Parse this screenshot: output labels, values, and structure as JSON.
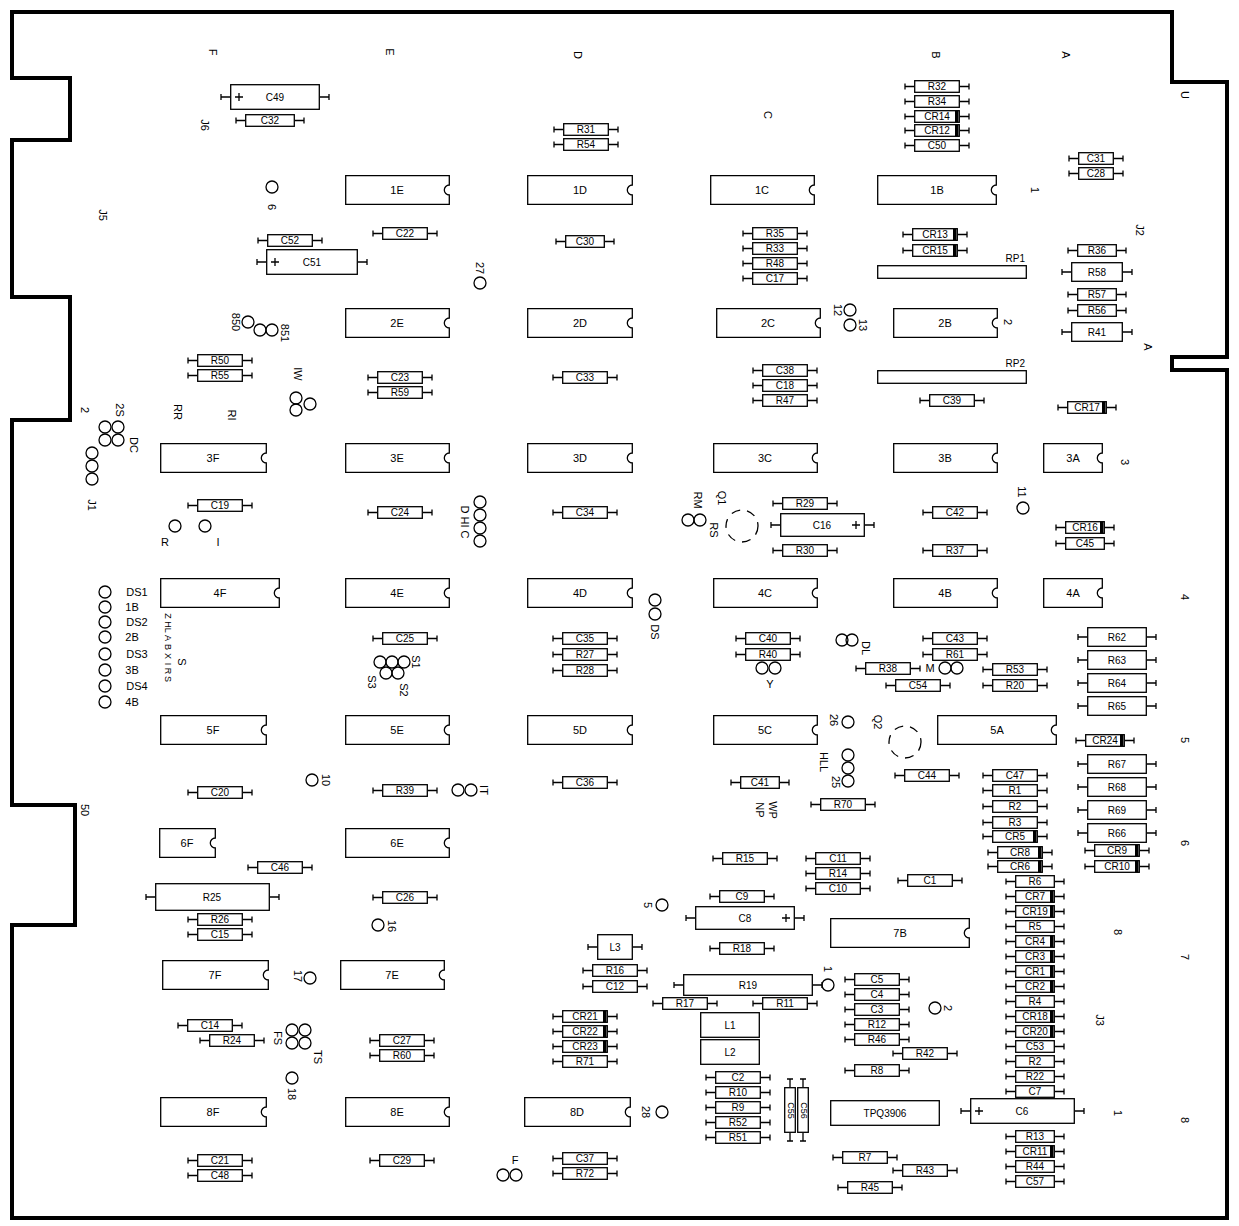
{
  "diagram": {
    "nodes": [
      {
        "text": [
          "C49"
        ]
      },
      {
        "text": [
          "C32"
        ]
      },
      {
        "text": [
          "R31"
        ]
      },
      {
        "text": [
          "R54"
        ]
      },
      {
        "text": [
          "R32"
        ]
      },
      {
        "text": [
          "R34"
        ]
      },
      {
        "text": [
          "CR14"
        ]
      },
      {
        "text": [
          "CR12"
        ]
      },
      {
        "text": [
          "C50"
        ]
      },
      {
        "text": [
          "C31"
        ]
      },
      {
        "text": [
          "C28"
        ]
      },
      {
        "text": [
          "1E"
        ]
      },
      {
        "text": [
          "1D"
        ]
      },
      {
        "text": [
          "1C"
        ]
      },
      {
        "text": [
          "1B"
        ]
      },
      {
        "text": [
          "C52"
        ]
      },
      {
        "text": [
          "C51"
        ]
      },
      {
        "text": [
          "C22"
        ]
      },
      {
        "text": [
          "C30"
        ]
      },
      {
        "text": [
          "R35"
        ]
      },
      {
        "text": [
          "R33"
        ]
      },
      {
        "text": [
          "R48"
        ]
      },
      {
        "text": [
          "C17"
        ]
      },
      {
        "text": [
          "CR13"
        ]
      },
      {
        "text": [
          "CR15"
        ]
      },
      {
        "text": [
          "R36"
        ]
      },
      {
        "text": [
          "R58"
        ]
      },
      {
        "text": [
          "RP1"
        ]
      },
      {
        "text": [
          "R57"
        ]
      },
      {
        "text": [
          "R56"
        ]
      },
      {
        "text": [
          "R41"
        ]
      },
      {
        "text": [
          "2E"
        ]
      },
      {
        "text": [
          "2D"
        ]
      },
      {
        "text": [
          "2C"
        ]
      },
      {
        "text": [
          "2B"
        ]
      },
      {
        "text": [
          "R50"
        ]
      },
      {
        "text": [
          "R55"
        ]
      },
      {
        "text": [
          "C23"
        ]
      },
      {
        "text": [
          "R59"
        ]
      },
      {
        "text": [
          "C33"
        ]
      },
      {
        "text": [
          "C38"
        ]
      },
      {
        "text": [
          "C18"
        ]
      },
      {
        "text": [
          "R47"
        ]
      },
      {
        "text": [
          "RP2"
        ]
      },
      {
        "text": [
          "C39"
        ]
      },
      {
        "text": [
          "CR17"
        ]
      },
      {
        "text": [
          "3F"
        ]
      },
      {
        "text": [
          "3E"
        ]
      },
      {
        "text": [
          "3D"
        ]
      },
      {
        "text": [
          "3C"
        ]
      },
      {
        "text": [
          "3B"
        ]
      },
      {
        "text": [
          "3A"
        ]
      },
      {
        "text": [
          "C19"
        ]
      },
      {
        "text": [
          "C24"
        ]
      },
      {
        "text": [
          "C34"
        ]
      },
      {
        "text": [
          "R29"
        ]
      },
      {
        "text": [
          "C16"
        ]
      },
      {
        "text": [
          "R30"
        ]
      },
      {
        "text": [
          "C42"
        ]
      },
      {
        "text": [
          "R37"
        ]
      },
      {
        "text": [
          "CR16"
        ]
      },
      {
        "text": [
          "C45"
        ]
      },
      {
        "text": [
          "4F"
        ]
      },
      {
        "text": [
          "4E"
        ]
      },
      {
        "text": [
          "4D"
        ]
      },
      {
        "text": [
          "4C"
        ]
      },
      {
        "text": [
          "4B"
        ]
      },
      {
        "text": [
          "4A"
        ]
      },
      {
        "text": [
          "C25"
        ]
      },
      {
        "text": [
          "C35"
        ]
      },
      {
        "text": [
          "R27"
        ]
      },
      {
        "text": [
          "R28"
        ]
      },
      {
        "text": [
          "C40"
        ]
      },
      {
        "text": [
          "R40"
        ]
      },
      {
        "text": [
          "C43"
        ]
      },
      {
        "text": [
          "R61"
        ]
      },
      {
        "text": [
          "R62"
        ]
      },
      {
        "text": [
          "R38"
        ]
      },
      {
        "text": [
          "R53"
        ]
      },
      {
        "text": [
          "C54"
        ]
      },
      {
        "text": [
          "R20"
        ]
      },
      {
        "text": [
          "R63"
        ]
      },
      {
        "text": [
          "R64"
        ]
      },
      {
        "text": [
          "R65"
        ]
      },
      {
        "text": [
          "5F"
        ]
      },
      {
        "text": [
          "5E"
        ]
      },
      {
        "text": [
          "5D"
        ]
      },
      {
        "text": [
          "5C"
        ]
      },
      {
        "text": [
          "5A"
        ]
      },
      {
        "text": [
          "CR24"
        ]
      },
      {
        "text": [
          "R67"
        ]
      },
      {
        "text": [
          "C44"
        ]
      },
      {
        "text": [
          "C47"
        ]
      },
      {
        "text": [
          "C20"
        ]
      },
      {
        "text": [
          "R39"
        ]
      },
      {
        "text": [
          "C36"
        ]
      },
      {
        "text": [
          "C41"
        ]
      },
      {
        "text": [
          "R68"
        ]
      },
      {
        "text": [
          "R1"
        ]
      },
      {
        "text": [
          "R70"
        ]
      },
      {
        "text": [
          "R2"
        ]
      },
      {
        "text": [
          "R69"
        ]
      },
      {
        "text": [
          "R3"
        ]
      },
      {
        "text": [
          "R66"
        ]
      },
      {
        "text": [
          "CR5"
        ]
      },
      {
        "text": [
          "6F"
        ]
      },
      {
        "text": [
          "6E"
        ]
      },
      {
        "text": [
          "CR8"
        ]
      },
      {
        "text": [
          "CR9"
        ]
      },
      {
        "text": [
          "R15"
        ]
      },
      {
        "text": [
          "C11"
        ]
      },
      {
        "text": [
          "CR6"
        ]
      },
      {
        "text": [
          "CR10"
        ]
      },
      {
        "text": [
          "C46"
        ]
      },
      {
        "text": [
          "R14"
        ]
      },
      {
        "text": [
          "C1"
        ]
      },
      {
        "text": [
          "R6"
        ]
      },
      {
        "text": [
          "C10"
        ]
      },
      {
        "text": [
          "R25"
        ]
      },
      {
        "text": [
          "C9"
        ]
      },
      {
        "text": [
          "C26"
        ]
      },
      {
        "text": [
          "CR7"
        ]
      },
      {
        "text": [
          "CR19"
        ]
      },
      {
        "text": [
          "C8"
        ]
      },
      {
        "text": [
          "R26"
        ]
      },
      {
        "text": [
          "R5"
        ]
      },
      {
        "text": [
          "7B"
        ]
      },
      {
        "text": [
          "C15"
        ]
      },
      {
        "text": [
          "CR4"
        ]
      },
      {
        "text": [
          "L3"
        ]
      },
      {
        "text": [
          "R18"
        ]
      },
      {
        "text": [
          "CR3"
        ]
      },
      {
        "text": [
          "R16"
        ]
      },
      {
        "text": [
          "CR1"
        ]
      },
      {
        "text": [
          "7F"
        ]
      },
      {
        "text": [
          "7E"
        ]
      },
      {
        "text": [
          "R19"
        ]
      },
      {
        "text": [
          "C5"
        ]
      },
      {
        "text": [
          "C12"
        ]
      },
      {
        "text": [
          "CR2"
        ]
      },
      {
        "text": [
          "C4"
        ]
      },
      {
        "text": [
          "R17"
        ]
      },
      {
        "text": [
          "R11"
        ]
      },
      {
        "text": [
          "R4"
        ]
      },
      {
        "text": [
          "C3"
        ]
      },
      {
        "text": [
          "CR21"
        ]
      },
      {
        "text": [
          "CR18"
        ]
      },
      {
        "text": [
          "R12"
        ]
      },
      {
        "text": [
          "C14"
        ]
      },
      {
        "text": [
          "L1"
        ]
      },
      {
        "text": [
          "CR22"
        ]
      },
      {
        "text": [
          "CR20"
        ]
      },
      {
        "text": [
          "R46"
        ]
      },
      {
        "text": [
          "R24"
        ]
      },
      {
        "text": [
          "C27"
        ]
      },
      {
        "text": [
          "CR23"
        ]
      },
      {
        "text": [
          "C53"
        ]
      },
      {
        "text": [
          "L2"
        ]
      },
      {
        "text": [
          "R42"
        ]
      },
      {
        "text": [
          "R60"
        ]
      },
      {
        "text": [
          "R71"
        ]
      },
      {
        "text": [
          "R2"
        ]
      },
      {
        "text": [
          "R8"
        ]
      },
      {
        "text": [
          "R22"
        ]
      },
      {
        "text": [
          "C2"
        ]
      },
      {
        "text": [
          "C7"
        ]
      },
      {
        "text": [
          "R10"
        ]
      },
      {
        "text": [
          "R9"
        ]
      },
      {
        "text": [
          "C55"
        ]
      },
      {
        "text": [
          "C56"
        ]
      },
      {
        "text": [
          "8F"
        ]
      },
      {
        "text": [
          "8E"
        ]
      },
      {
        "text": [
          "8D"
        ]
      },
      {
        "text": [
          "TPQ3906"
        ]
      },
      {
        "text": [
          "C6"
        ]
      },
      {
        "text": [
          "R52"
        ]
      },
      {
        "text": [
          "R13"
        ]
      },
      {
        "text": [
          "R51"
        ]
      },
      {
        "text": [
          "CR11"
        ]
      },
      {
        "text": [
          "R7"
        ]
      },
      {
        "text": [
          "C37"
        ]
      },
      {
        "text": [
          "C21"
        ]
      },
      {
        "text": [
          "C29"
        ]
      },
      {
        "text": [
          "R44"
        ]
      },
      {
        "text": [
          "R43"
        ]
      },
      {
        "text": [
          "C48"
        ]
      },
      {
        "text": [
          "R72"
        ]
      },
      {
        "text": [
          "C57"
        ]
      },
      {
        "text": [
          "R45"
        ]
      }
    ],
    "labels": [
      "F",
      "E",
      "D",
      "B",
      "A",
      "U",
      "C",
      "J6",
      "6",
      "1",
      "J5",
      "J2",
      "27",
      "12",
      "13",
      "850",
      "851",
      "2",
      "A",
      "IW",
      "2",
      "2S",
      "RR",
      "RI",
      "DC",
      "3",
      "J1",
      "Q1",
      "RM",
      "RS",
      "11",
      "D HI C",
      "R",
      "I",
      "4",
      "DS1",
      "1B",
      "DS2",
      "2B",
      "DS3",
      "3B",
      "DS4",
      "4B",
      "Z",
      "HL",
      "A",
      "B",
      "X",
      "I",
      "R",
      "S",
      "S",
      "S3",
      "S1",
      "S2",
      "DS",
      "Y",
      "DL",
      "M",
      "5",
      "26",
      "Q2",
      "10",
      "IT",
      "HLL",
      "25",
      "NP",
      "WP",
      "50",
      "6",
      "5",
      "16",
      "8",
      "7",
      "17",
      "1",
      "2",
      "J3",
      "FS",
      "TS",
      "18",
      "28",
      "1",
      "8",
      "F"
    ]
  }
}
